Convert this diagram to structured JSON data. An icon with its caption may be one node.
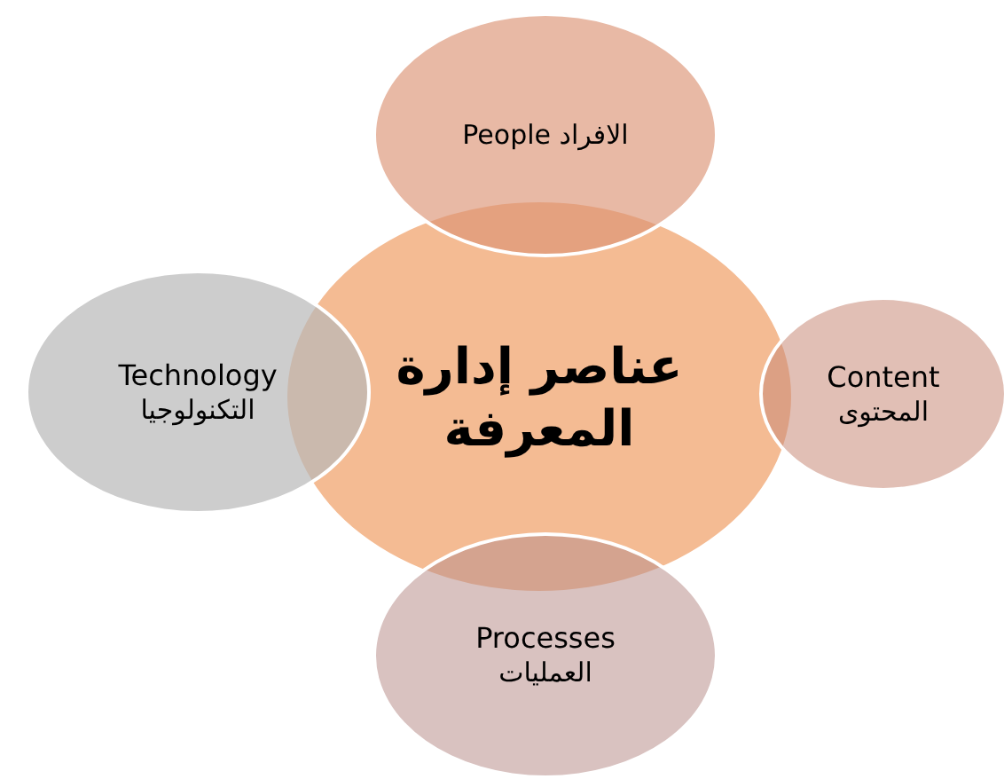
{
  "diagram": {
    "nodes": [
      {
        "text": [
          "عناصر إدارة المعرفة"
        ]
      },
      {
        "text": [
          "People الافراد"
        ]
      },
      {
        "text": [
          "Technology",
          "التكنولوجيا"
        ]
      },
      {
        "text": [
          "Content",
          "المحتوى"
        ]
      },
      {
        "text": [
          "Processes",
          "العمليات"
        ]
      }
    ]
  }
}
